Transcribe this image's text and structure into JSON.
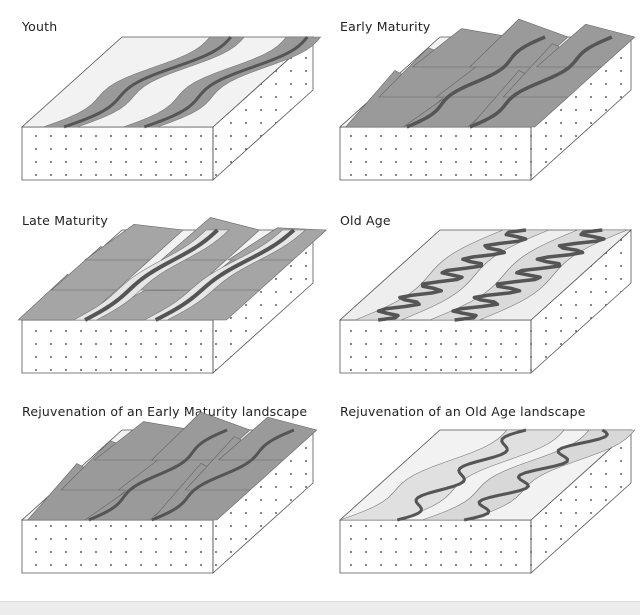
{
  "panels": [
    {
      "id": "youth",
      "title": "Youth"
    },
    {
      "id": "early-maturity",
      "title": "Early Maturity"
    },
    {
      "id": "late-maturity",
      "title": "Late Maturity"
    },
    {
      "id": "old-age",
      "title": "Old Age"
    },
    {
      "id": "rejuvenation-early",
      "title": "Rejuvenation of an Early Maturity landscape"
    },
    {
      "id": "rejuvenation-old",
      "title": "Rejuvenation of an Old Age landscape"
    }
  ]
}
